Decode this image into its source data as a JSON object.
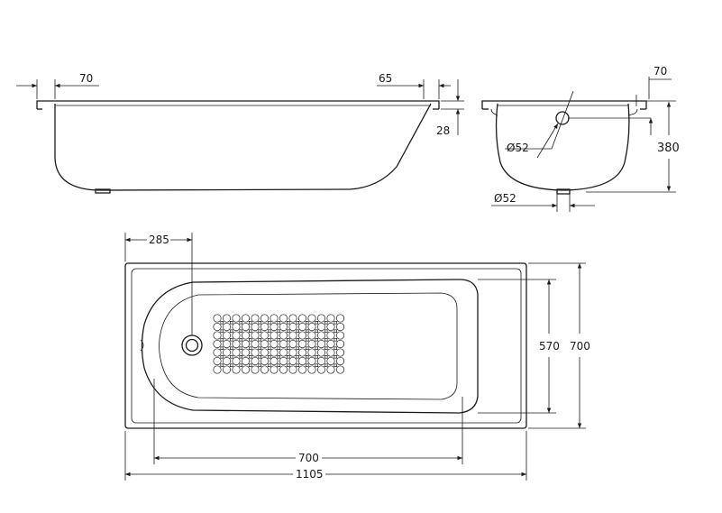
{
  "dimensions": {
    "side_rim_left": "70",
    "side_rim_right": "65",
    "side_rim_height": "28",
    "end_rim": "70",
    "depth": "380",
    "overflow_diameter": "Ø52",
    "drain_diameter": "Ø52",
    "overflow_offset": "285",
    "inner_width": "570",
    "outer_width": "700",
    "inner_length": "700",
    "outer_length": "1105"
  }
}
